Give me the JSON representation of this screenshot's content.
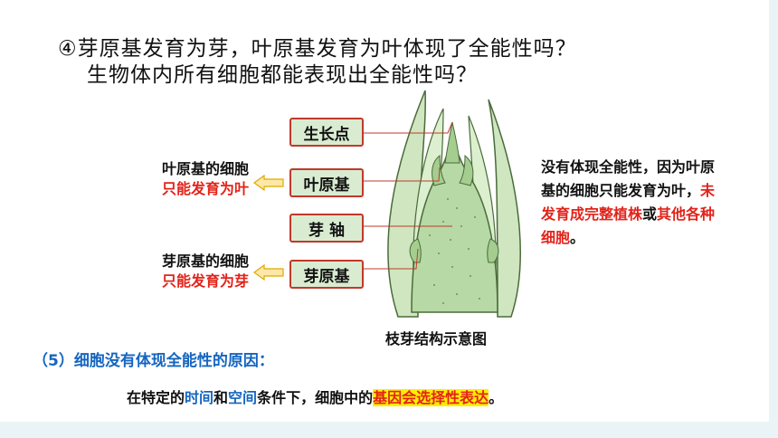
{
  "question": {
    "line1": "④芽原基发育为芽，叶原基发育为叶体现了全能性吗？",
    "line2": "生物体内所有细胞都能表现出全能性吗？"
  },
  "diagram": {
    "labels": [
      "生长点",
      "叶原基",
      "芽 轴",
      "芽原基"
    ],
    "caption": "枝芽结构示意图"
  },
  "left_notes": [
    {
      "line1": "叶原基的细胞",
      "line2": "只能发育为叶"
    },
    {
      "line1": "芽原基的细胞",
      "line2": "只能发育为芽"
    }
  ],
  "right_note": {
    "part1": "没有体现全能性，因为叶原基的细胞只能发育为叶，",
    "part2": "未发育成完整植株",
    "part3": "或",
    "part4": "其他各种细胞",
    "part5": "。"
  },
  "section5": "（5）细胞没有体现全能性的原因：",
  "summary": {
    "s1": "在特定的",
    "s2": "时间",
    "s3": "和",
    "s4": "空间",
    "s5": "条件下，细胞中的",
    "s6": "基因会选择性表达",
    "s7": "。"
  },
  "colors": {
    "red": "#e2231a",
    "blue": "#1565c0",
    "highlight": "#ffee00",
    "box_fill": "#d9ecd1",
    "box_border": "#c0392b"
  }
}
